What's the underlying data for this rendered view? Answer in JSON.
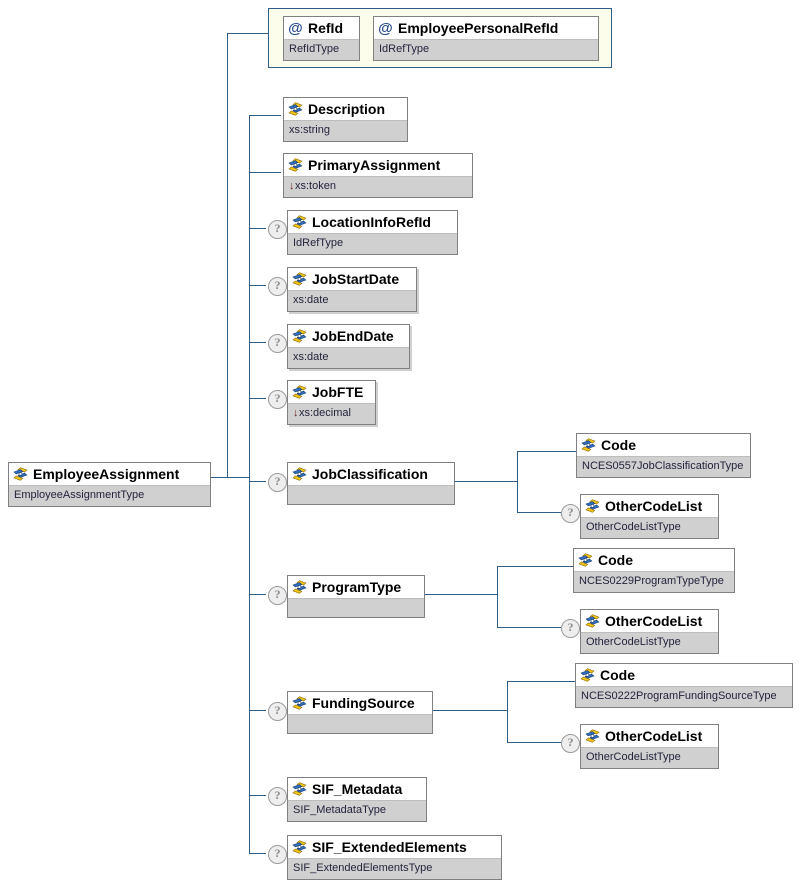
{
  "diagram": {
    "title": "EmployeeAssignment XML Schema Diagram",
    "type": "xsd-element-tree",
    "colors": {
      "connector": "#2e5d87",
      "node_border": "#808080",
      "type_bar": "#d0d0d0",
      "attrgroup_bg": "#fdfdec",
      "attrgroup_border": "#2e5d87",
      "optional_marker": "#eeeeee"
    }
  },
  "root": {
    "name": "EmployeeAssignment",
    "type": "EmployeeAssignmentType",
    "icon": "element-icon",
    "optional": false
  },
  "attributes": [
    {
      "name": "RefId",
      "type": "RefIdType",
      "icon": "attribute-icon",
      "optional": false
    },
    {
      "name": "EmployeePersonalRefId",
      "type": "IdRefType",
      "icon": "attribute-icon",
      "optional": false
    }
  ],
  "children": [
    {
      "name": "Description",
      "type": "xs:string",
      "icon": "element-icon",
      "optional": false,
      "facet": false
    },
    {
      "name": "PrimaryAssignment",
      "type": "xs:token",
      "icon": "element-icon",
      "optional": false,
      "facet": true
    },
    {
      "name": "LocationInfoRefId",
      "type": "IdRefType",
      "icon": "element-icon",
      "optional": true,
      "facet": false
    },
    {
      "name": "JobStartDate",
      "type": "xs:date",
      "icon": "element-icon",
      "optional": true,
      "facet": false
    },
    {
      "name": "JobEndDate",
      "type": "xs:date",
      "icon": "element-icon",
      "optional": true,
      "facet": false
    },
    {
      "name": "JobFTE",
      "type": "xs:decimal",
      "icon": "element-icon",
      "optional": true,
      "facet": true
    },
    {
      "name": "JobClassification",
      "type": "",
      "icon": "element-icon",
      "optional": true,
      "facet": false
    },
    {
      "name": "ProgramType",
      "type": "",
      "icon": "element-icon",
      "optional": true,
      "facet": false
    },
    {
      "name": "FundingSource",
      "type": "",
      "icon": "element-icon",
      "optional": true,
      "facet": false
    },
    {
      "name": "SIF_Metadata",
      "type": "SIF_MetadataType",
      "icon": "element-icon",
      "optional": true,
      "facet": false
    },
    {
      "name": "SIF_ExtendedElements",
      "type": "SIF_ExtendedElementsType",
      "icon": "element-icon",
      "optional": true,
      "facet": false
    }
  ],
  "grandchildren": {
    "job_classification": [
      {
        "name": "Code",
        "type": "NCES0557JobClassificationType",
        "icon": "element-icon",
        "optional": false
      },
      {
        "name": "OtherCodeList",
        "type": "OtherCodeListType",
        "icon": "element-icon",
        "optional": true
      }
    ],
    "program_type": [
      {
        "name": "Code",
        "type": "NCES0229ProgramTypeType",
        "icon": "element-icon",
        "optional": false
      },
      {
        "name": "OtherCodeList",
        "type": "OtherCodeListType",
        "icon": "element-icon",
        "optional": true
      }
    ],
    "funding_source": [
      {
        "name": "Code",
        "type": "NCES0222ProgramFundingSourceType",
        "icon": "element-icon",
        "optional": false
      },
      {
        "name": "OtherCodeList",
        "type": "OtherCodeListType",
        "icon": "element-icon",
        "optional": true
      }
    ]
  },
  "markers": {
    "optional_glyph": "?",
    "attribute_glyph": "@",
    "facet_glyph": "↓"
  }
}
